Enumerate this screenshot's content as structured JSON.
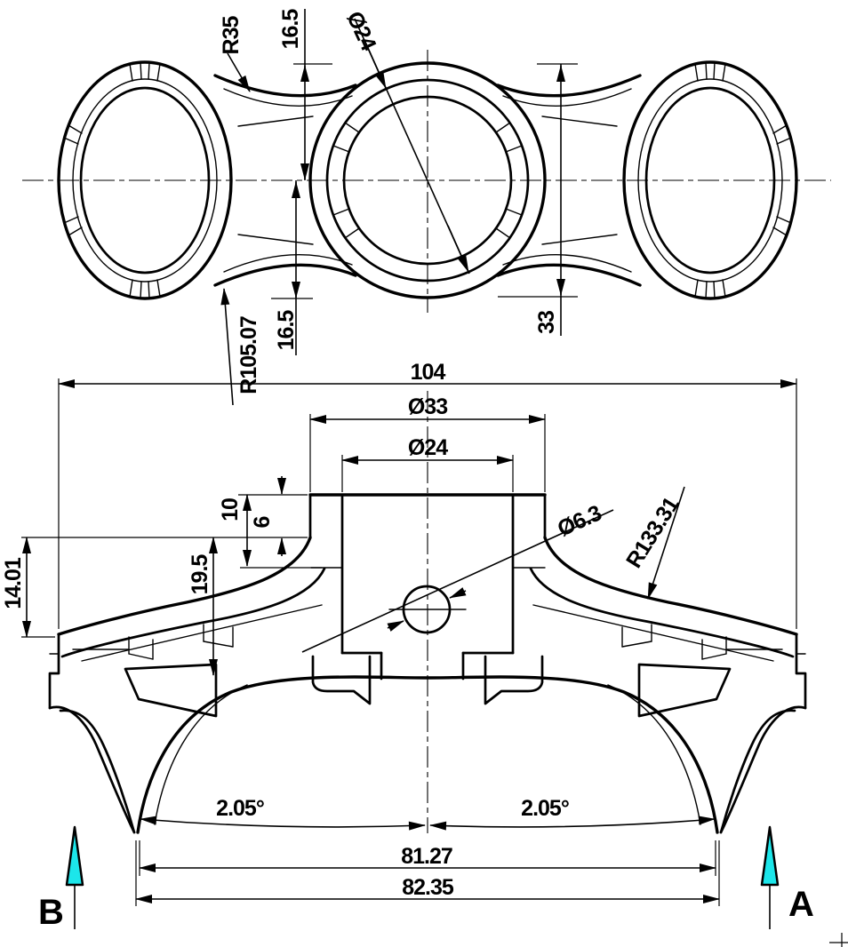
{
  "colors": {
    "background": "#ffffff",
    "line": "#000000",
    "section_arrow": "#1ce6ea"
  },
  "top_view": {
    "dims": {
      "r35": "R35",
      "h16_5_top": "16.5",
      "dia24": "Ø24",
      "h33": "33",
      "h16_5_bottom": "16.5",
      "r105_07": "R105.07"
    }
  },
  "front_view": {
    "dims": {
      "w104": "104",
      "dia33": "Ø33",
      "dia24": "Ø24",
      "d10": "10",
      "d6": "6",
      "d19_5": "19.5",
      "d14_01": "14.01",
      "dia6_3": "Ø6.3",
      "r133_31": "R133.31",
      "angle_left": "2.05°",
      "angle_right": "2.05°",
      "w81_27": "81.27",
      "w82_35": "82.35"
    }
  },
  "sections": {
    "left": "B",
    "right": "A"
  }
}
